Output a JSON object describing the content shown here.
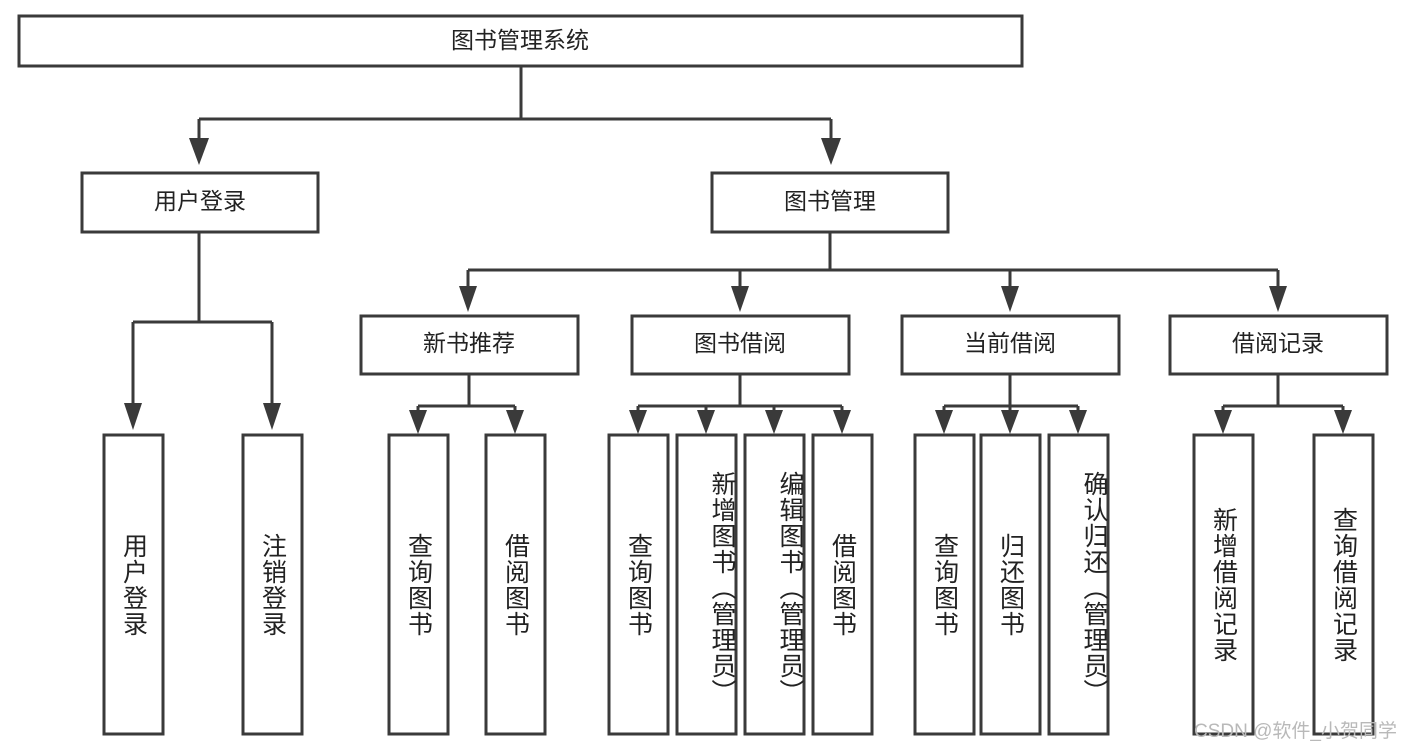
{
  "diagram": {
    "title": "图书管理系统",
    "type": "tree-hierarchy-chart",
    "root": {
      "label": "图书管理系统"
    },
    "level2": [
      {
        "label": "用户登录"
      },
      {
        "label": "图书管理"
      }
    ],
    "level3": [
      {
        "label": "新书推荐"
      },
      {
        "label": "图书借阅"
      },
      {
        "label": "当前借阅"
      },
      {
        "label": "借阅记录"
      }
    ],
    "leaves": {
      "user_login": [
        {
          "label": "用户登录"
        },
        {
          "label": "注销登录"
        }
      ],
      "new_book_recommend": [
        {
          "label": "查询图书"
        },
        {
          "label": "借阅图书"
        }
      ],
      "book_borrow": [
        {
          "label": "查询图书"
        },
        {
          "label": "新增图书（管理员）"
        },
        {
          "label": "编辑图书（管理员）"
        },
        {
          "label": "借阅图书"
        }
      ],
      "current_borrow": [
        {
          "label": "查询图书"
        },
        {
          "label": "归还图书"
        },
        {
          "label": "确认归还（管理员）"
        }
      ],
      "borrow_record": [
        {
          "label": "新增借阅记录"
        },
        {
          "label": "查询借阅记录"
        }
      ]
    }
  },
  "watermark": {
    "text": "CSDN @软件_小贺同学"
  },
  "colors": {
    "stroke": "#3a3a3a",
    "fill": "#ffffff",
    "text": "#222222",
    "watermark": "#b9b9b9"
  }
}
